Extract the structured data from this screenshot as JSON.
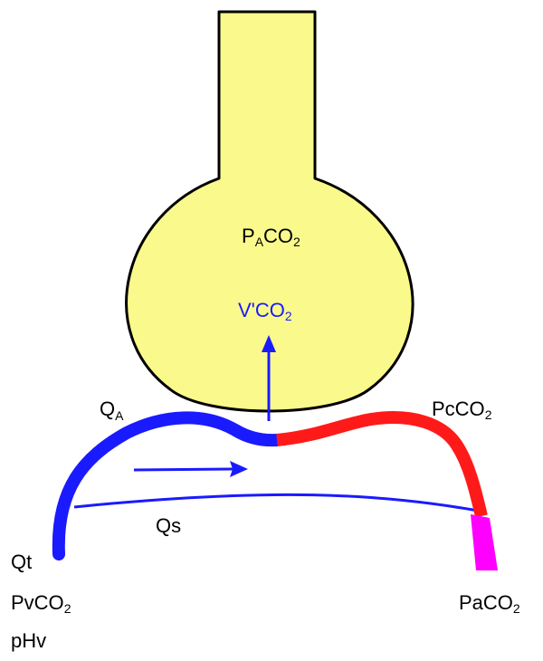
{
  "colors": {
    "alveolus_fill": "#fafa8c",
    "outline": "#000000",
    "venous_blood": "#1a1aff",
    "capillary_blood": "#ff1a1a",
    "arterial_blood": "#ff00ff",
    "text": "#000000",
    "co2_label": "#1a1aff"
  },
  "labels": {
    "alveolar_co2": {
      "main": "P",
      "sub": "A",
      "rest": "CO",
      "sub2": "2"
    },
    "co2_output": {
      "main": "V'CO",
      "sub": "2"
    },
    "alveolar_flow": {
      "main": "Q",
      "sub": "A"
    },
    "capillary_co2": {
      "main": "PcCO",
      "sub": "2"
    },
    "shunt_flow": "Qs",
    "total_flow": "Qt",
    "venous_co2": {
      "main": "PvCO",
      "sub": "2"
    },
    "venous_ph": "pHv",
    "arterial_co2": {
      "main": "PaCO",
      "sub": "2"
    }
  },
  "icons": {
    "co2_diffusion_arrow": "arrow-up-icon",
    "blood_flow_arrow": "arrow-right-icon"
  }
}
